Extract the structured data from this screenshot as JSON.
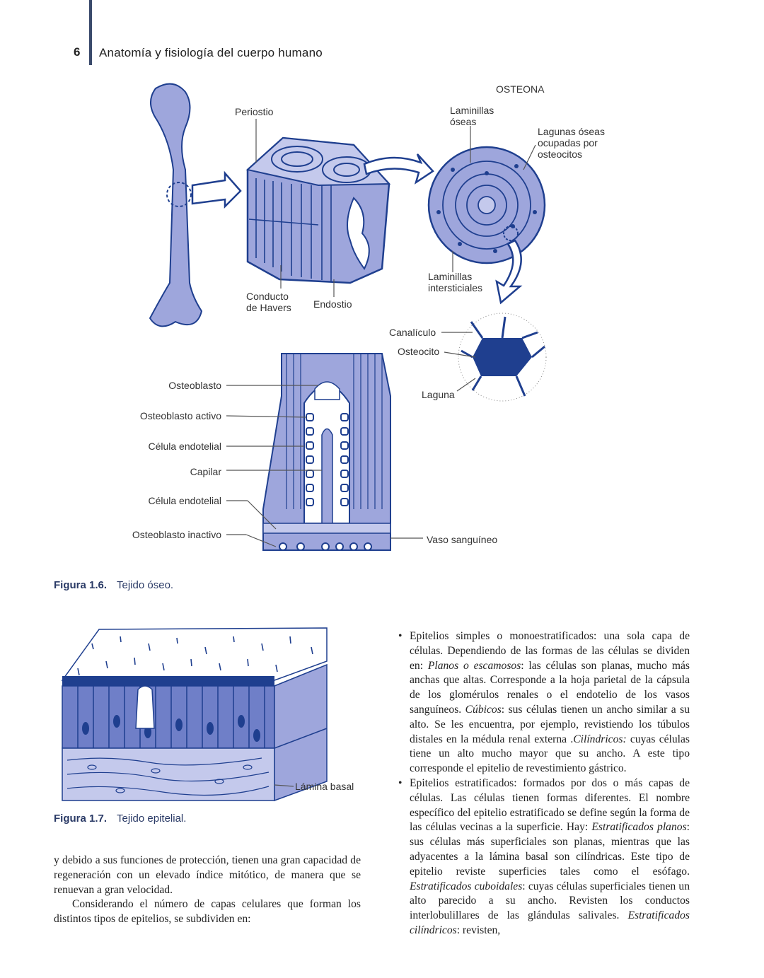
{
  "header": {
    "page_number": "6",
    "running_title": "Anatomía y fisiología del cuerpo humano"
  },
  "figure6": {
    "labels": {
      "periostio": "Periostio",
      "osteona": "OSTEONA",
      "laminillas_oseas": "Laminillas\nóseas",
      "lagunas": "Lagunas óseas\nocupadas por\nosteocitos",
      "conducto": "Conducto\nde Havers",
      "endostio": "Endostio",
      "laminillas_inter": "Laminillas\nintersticiales",
      "canaliculo": "Canalículo",
      "osteocito": "Osteocito",
      "laguna": "Laguna",
      "osteoblasto": "Osteoblasto",
      "osteoblasto_activo": "Osteoblasto activo",
      "celula_endotelial_1": "Célula endotelial",
      "capilar": "Capilar",
      "celula_endotelial_2": "Célula endotelial",
      "osteoblasto_inactivo": "Osteoblasto inactivo",
      "vaso": "Vaso sanguíneo"
    },
    "caption_num": "Figura 1.6.",
    "caption_text": "Tejido óseo."
  },
  "figure7": {
    "label_lamina": "Lámina basal",
    "caption_num": "Figura 1.7.",
    "caption_text": "Tejido epitelial."
  },
  "left_text": {
    "p1": "y debido a sus funciones de protección, tienen una gran capacidad de regeneración con un elevado índice mitótico, de manera que se renuevan a gran velocidad.",
    "p2": "Considerando el número de capas celulares que forman los distintos tipos de epitelios, se subdividen en:"
  },
  "right_text": {
    "b1_a": "Epitelios simples o monoestratificados: una sola capa de células. Dependiendo de las formas de las células se dividen en: ",
    "b1_planos": "Planos o escamosos",
    "b1_b": ": las células son planas, mucho más anchas que altas. Corresponde a la hoja parietal de la cápsula de los glomérulos renales o el endotelio de los vasos sanguíneos. ",
    "b1_cubicos": "Cúbicos",
    "b1_c": ": sus células tienen un ancho similar a su alto. Se les encuentra, por ejemplo, revistiendo los túbulos distales en la médula renal externa .",
    "b1_cilindricos": "Cilíndricos:",
    "b1_d": " cuyas células tiene un alto mucho mayor que su ancho. A este tipo corresponde el epitelio de revestimiento gástrico.",
    "b2_a": "Epitelios estratificados: formados por dos o más capas de células. Las células tienen formas diferentes. El nombre específico del epitelio estratificado se define según la forma de las células vecinas a la superficie. Hay: ",
    "b2_planos": "Estratificados planos",
    "b2_b": ": sus células más superficiales son planas, mientras que las adyacentes a la lámina basal son cilíndricas. Este tipo de epitelio reviste superficies tales como el esófago. ",
    "b2_cuboidales": "Estratificados cuboidales",
    "b2_c": ": cuyas células superficiales tienen un alto parecido a su ancho. Revisten los conductos interlobulillares de las glándulas salivales. ",
    "b2_cilindricos": "Estratificados cilíndricos",
    "b2_d": ": revisten,"
  },
  "colors": {
    "fill": "#9ea6dc",
    "fill_light": "#c4c9ec",
    "dark": "#1f3f8f",
    "line": "#555555"
  }
}
